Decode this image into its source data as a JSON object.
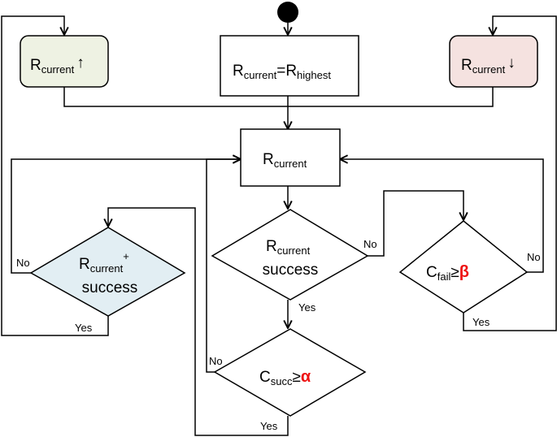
{
  "colors": {
    "stroke": "#000000",
    "increase_fill": "#eef2e3",
    "decrease_fill": "#f5e2e0",
    "plus_success_fill": "#e2eef3",
    "threshold_symbol": "#ee1111"
  },
  "nodes": {
    "increase": {
      "main": "R",
      "sub": "current",
      "arrow": "↑"
    },
    "init": {
      "left_main": "R",
      "left_sub": "current",
      "eq": "=",
      "right_main": "R",
      "right_sub": "highest"
    },
    "decrease": {
      "main": "R",
      "sub": "current",
      "arrow": "↓"
    },
    "current": {
      "main": "R",
      "sub": "current"
    },
    "plus_success": {
      "main": "R",
      "sub": "current",
      "sup": "+",
      "line2": "success"
    },
    "success": {
      "main": "R",
      "sub": "current",
      "line2": "success"
    },
    "fail": {
      "main": "C",
      "sub": "fail",
      "op": "≥",
      "symbol": "β"
    },
    "succ": {
      "main": "C",
      "sub": "succ",
      "op": "≥",
      "symbol": "α"
    }
  },
  "edge_labels": {
    "plus_no": "No",
    "plus_yes": "Yes",
    "success_no": "No",
    "success_yes": "Yes",
    "fail_no": "No",
    "fail_yes": "Yes",
    "succ_no": "No",
    "succ_yes": "Yes"
  }
}
